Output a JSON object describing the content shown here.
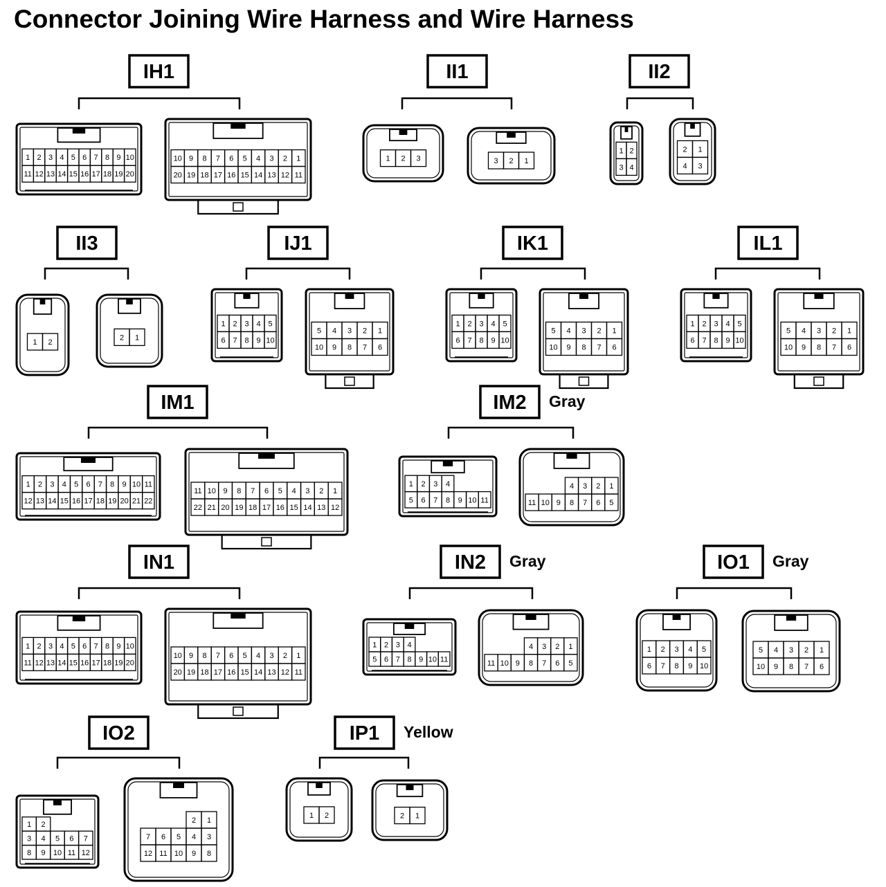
{
  "title": "Connector Joining Wire Harness and Wire Harness",
  "colors": {
    "ink": "#000000",
    "paper": "#ffffff"
  },
  "connectors": [
    {
      "id": "IH1",
      "label": "IH1",
      "note": "",
      "left": {
        "rows": [
          [
            "1",
            "2",
            "3",
            "4",
            "5",
            "6",
            "7",
            "8",
            "9",
            "10"
          ],
          [
            "11",
            "12",
            "13",
            "14",
            "15",
            "16",
            "17",
            "18",
            "19",
            "20"
          ]
        ]
      },
      "right": {
        "rows": [
          [
            "10",
            "9",
            "8",
            "7",
            "6",
            "5",
            "4",
            "3",
            "2",
            "1"
          ],
          [
            "20",
            "19",
            "18",
            "17",
            "16",
            "15",
            "14",
            "13",
            "12",
            "11"
          ]
        ]
      }
    },
    {
      "id": "II1",
      "label": "II1",
      "note": "",
      "left": {
        "rows": [
          [
            "1",
            "2",
            "3"
          ]
        ]
      },
      "right": {
        "rows": [
          [
            "3",
            "2",
            "1"
          ]
        ]
      }
    },
    {
      "id": "II2",
      "label": "II2",
      "note": "",
      "left": {
        "rows": [
          [
            "1",
            "2"
          ],
          [
            "3",
            "4"
          ]
        ]
      },
      "right": {
        "rows": [
          [
            "2",
            "1"
          ],
          [
            "4",
            "3"
          ]
        ]
      }
    },
    {
      "id": "II3",
      "label": "II3",
      "note": "",
      "left": {
        "rows": [
          [
            "1",
            "2"
          ]
        ]
      },
      "right": {
        "rows": [
          [
            "2",
            "1"
          ]
        ]
      }
    },
    {
      "id": "IJ1",
      "label": "IJ1",
      "note": "",
      "left": {
        "rows": [
          [
            "1",
            "2",
            "3",
            "4",
            "5"
          ],
          [
            "6",
            "7",
            "8",
            "9",
            "10"
          ]
        ]
      },
      "right": {
        "rows": [
          [
            "5",
            "4",
            "3",
            "2",
            "1"
          ],
          [
            "10",
            "9",
            "8",
            "7",
            "6"
          ]
        ]
      }
    },
    {
      "id": "IK1",
      "label": "IK1",
      "note": "",
      "left": {
        "rows": [
          [
            "1",
            "2",
            "3",
            "4",
            "5"
          ],
          [
            "6",
            "7",
            "8",
            "9",
            "10"
          ]
        ]
      },
      "right": {
        "rows": [
          [
            "5",
            "4",
            "3",
            "2",
            "1"
          ],
          [
            "10",
            "9",
            "8",
            "7",
            "6"
          ]
        ]
      }
    },
    {
      "id": "IL1",
      "label": "IL1",
      "note": "",
      "left": {
        "rows": [
          [
            "1",
            "2",
            "3",
            "4",
            "5"
          ],
          [
            "6",
            "7",
            "8",
            "9",
            "10"
          ]
        ]
      },
      "right": {
        "rows": [
          [
            "5",
            "4",
            "3",
            "2",
            "1"
          ],
          [
            "10",
            "9",
            "8",
            "7",
            "6"
          ]
        ]
      }
    },
    {
      "id": "IM1",
      "label": "IM1",
      "note": "",
      "left": {
        "rows": [
          [
            "1",
            "2",
            "3",
            "4",
            "5",
            "6",
            "7",
            "8",
            "9",
            "10",
            "11"
          ],
          [
            "12",
            "13",
            "14",
            "15",
            "16",
            "17",
            "18",
            "19",
            "20",
            "21",
            "22"
          ]
        ]
      },
      "right": {
        "rows": [
          [
            "11",
            "10",
            "9",
            "8",
            "7",
            "6",
            "5",
            "4",
            "3",
            "2",
            "1"
          ],
          [
            "22",
            "21",
            "20",
            "19",
            "18",
            "17",
            "16",
            "15",
            "14",
            "13",
            "12"
          ]
        ]
      }
    },
    {
      "id": "IM2",
      "label": "IM2",
      "note": "Gray",
      "left": {
        "rows": [
          [
            "1",
            "2",
            "3",
            "4"
          ],
          [
            "5",
            "6",
            "7",
            "8",
            "9",
            "10",
            "11"
          ]
        ]
      },
      "right": {
        "rows": [
          [
            "4",
            "3",
            "2",
            "1"
          ],
          [
            "11",
            "10",
            "9",
            "8",
            "7",
            "6",
            "5"
          ]
        ]
      }
    },
    {
      "id": "IN1",
      "label": "IN1",
      "note": "",
      "left": {
        "rows": [
          [
            "1",
            "2",
            "3",
            "4",
            "5",
            "6",
            "7",
            "8",
            "9",
            "10"
          ],
          [
            "11",
            "12",
            "13",
            "14",
            "15",
            "16",
            "17",
            "18",
            "19",
            "20"
          ]
        ]
      },
      "right": {
        "rows": [
          [
            "10",
            "9",
            "8",
            "7",
            "6",
            "5",
            "4",
            "3",
            "2",
            "1"
          ],
          [
            "20",
            "19",
            "18",
            "17",
            "16",
            "15",
            "14",
            "13",
            "12",
            "11"
          ]
        ]
      }
    },
    {
      "id": "IN2",
      "label": "IN2",
      "note": "Gray",
      "left": {
        "rows": [
          [
            "1",
            "2",
            "3",
            "4"
          ],
          [
            "5",
            "6",
            "7",
            "8",
            "9",
            "10",
            "11"
          ]
        ]
      },
      "right": {
        "rows": [
          [
            "4",
            "3",
            "2",
            "1"
          ],
          [
            "11",
            "10",
            "9",
            "8",
            "7",
            "6",
            "5"
          ]
        ]
      }
    },
    {
      "id": "IO1",
      "label": "IO1",
      "note": "Gray",
      "left": {
        "rows": [
          [
            "1",
            "2",
            "3",
            "4",
            "5"
          ],
          [
            "6",
            "7",
            "8",
            "9",
            "10"
          ]
        ]
      },
      "right": {
        "rows": [
          [
            "5",
            "4",
            "3",
            "2",
            "1"
          ],
          [
            "10",
            "9",
            "8",
            "7",
            "6"
          ]
        ]
      }
    },
    {
      "id": "IO2",
      "label": "IO2",
      "note": "",
      "left": {
        "rows": [
          [
            "1",
            "2"
          ],
          [
            "3",
            "4",
            "5",
            "6",
            "7"
          ],
          [
            "8",
            "9",
            "10",
            "11",
            "12"
          ]
        ]
      },
      "right": {
        "rows": [
          [
            "2",
            "1"
          ],
          [
            "7",
            "6",
            "5",
            "4",
            "3"
          ],
          [
            "12",
            "11",
            "10",
            "9",
            "8"
          ]
        ]
      }
    },
    {
      "id": "IP1",
      "label": "IP1",
      "note": "Yellow",
      "left": {
        "rows": [
          [
            "1",
            "2"
          ]
        ]
      },
      "right": {
        "rows": [
          [
            "2",
            "1"
          ]
        ]
      }
    }
  ]
}
